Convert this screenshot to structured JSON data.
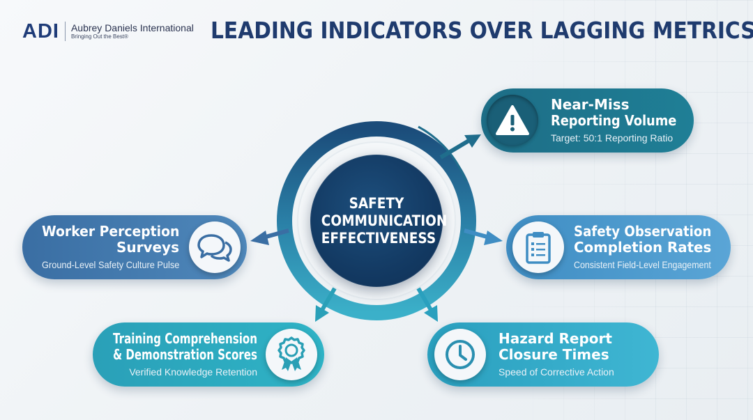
{
  "logo": {
    "mark": "ADI",
    "name": "Aubrey Daniels International",
    "tagline": "Bringing Out the Best®"
  },
  "title": "LEADING INDICATORS OVER LAGGING METRICS",
  "center": {
    "label": "SAFETY COMMUNICATION EFFECTIVENESS"
  },
  "indicators": [
    {
      "id": "near-miss",
      "title_line1": "Near-Miss",
      "title_line2": "Reporting Volume",
      "subtitle": "Target: 50:1 Reporting Ratio",
      "icon": "warning-icon",
      "color": "#1d6d86"
    },
    {
      "id": "observation",
      "title_line1": "Safety Observation",
      "title_line2": "Completion Rates",
      "subtitle": "Consistent Field-Level Engagement",
      "icon": "clipboard-icon",
      "color": "#4a98cd"
    },
    {
      "id": "hazard",
      "title_line1": "Hazard Report",
      "title_line2": "Closure Times",
      "subtitle": "Speed of Corrective Action",
      "icon": "clock-icon",
      "color": "#32aac8"
    },
    {
      "id": "perception",
      "title_line1": "Worker Perception",
      "title_line2": "Surveys",
      "subtitle": "Ground-Level Safety Culture Pulse",
      "icon": "speech-bubbles-icon",
      "color": "#4479ad"
    },
    {
      "id": "training",
      "title_line1": "Training Comprehension",
      "title_line2": "& Demonstration Scores",
      "subtitle": "Verified Knowledge Retention",
      "icon": "award-ribbon-icon",
      "color": "#2ca8bf"
    }
  ],
  "colors": {
    "navy": "#133a63",
    "title": "#1f3b6e",
    "logo": "#1f3c78"
  }
}
